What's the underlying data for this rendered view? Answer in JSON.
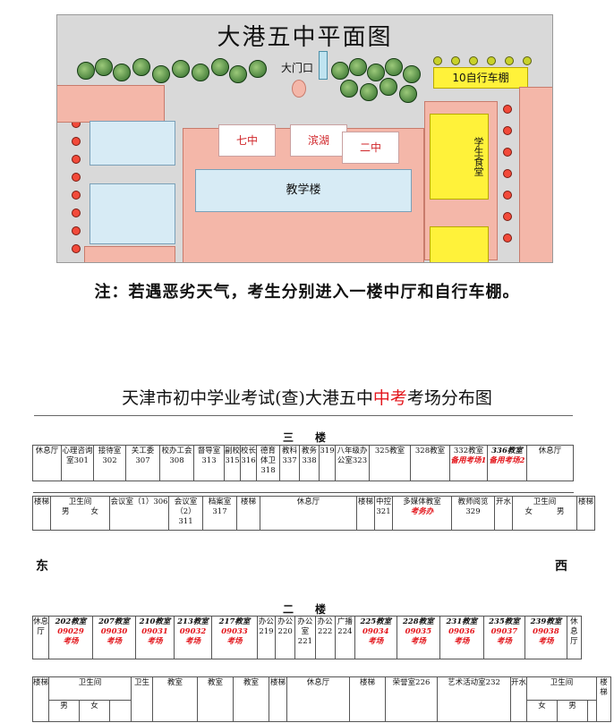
{
  "map": {
    "title": "大港五中平面图",
    "gate_label": "大门口",
    "bike_shed_label": "10自行车棚",
    "canteen_label": "学生食堂",
    "building_label": "教学楼",
    "flags": [
      "七中",
      "滨湖",
      "二中"
    ]
  },
  "note": "注：若遇恶劣天气，考生分别进入一楼中厅和自行车棚。",
  "title2": {
    "prefix": "天津市初中学业考试(查)大港五中",
    "highlight": "中考",
    "suffix": "考场分布图"
  },
  "directions": {
    "east": "东",
    "west": "西"
  },
  "floor3": {
    "label": "三　楼",
    "rooms": [
      "休息厅",
      "心理咨询室301",
      "接待室302",
      "关工委307",
      "校办工会308",
      "督导室313",
      "副校315",
      "校长316",
      "德育体卫318",
      "教科337",
      "教务338",
      "319",
      "八年级办公室323",
      "325教室",
      "328教室",
      "332教室",
      "336教室",
      "休息厅"
    ],
    "room332_tag": "备用考场1",
    "room336_tag": "备用考场2",
    "bottom": [
      "楼梯",
      "卫生间",
      "男",
      "女",
      "会议室（1）306",
      "会议室（2）311",
      "档案室317",
      "楼梯",
      "休息厅",
      "楼梯",
      "中控321",
      "多媒体教室",
      "考务办",
      "教师阅览329",
      "开水",
      "卫生间",
      "女",
      "男",
      "楼梯"
    ]
  },
  "floor2": {
    "label": "二　楼",
    "exam_rooms": [
      {
        "room": "202教室",
        "code": "09029",
        "tag": "考场"
      },
      {
        "room": "207教室",
        "code": "09030",
        "tag": "考场"
      },
      {
        "room": "210教室",
        "code": "09031",
        "tag": "考场"
      },
      {
        "room": "213教室",
        "code": "09032",
        "tag": "考场"
      },
      {
        "room": "217教室",
        "code": "09033",
        "tag": "考场"
      },
      {
        "room": "225教室",
        "code": "09034",
        "tag": "考场"
      },
      {
        "room": "228教室",
        "code": "09035",
        "tag": "考场"
      },
      {
        "room": "231教室",
        "code": "09036",
        "tag": "考场"
      },
      {
        "room": "235教室",
        "code": "09037",
        "tag": "考场"
      },
      {
        "room": "239教室",
        "code": "09038",
        "tag": "考场"
      }
    ],
    "offices": [
      "办公219",
      "办公220",
      "办公室221",
      "办公222",
      "广播224"
    ],
    "side": [
      "休息厅",
      "休息厅"
    ],
    "bottom": [
      "楼梯",
      "卫生间",
      "卫生",
      "教室",
      "教室",
      "教室",
      "楼梯",
      "休息厅",
      "楼梯",
      "荣誉室226",
      "艺术活动室232",
      "开水",
      "卫生间",
      "楼梯",
      "男",
      "女",
      "女",
      "男"
    ]
  }
}
